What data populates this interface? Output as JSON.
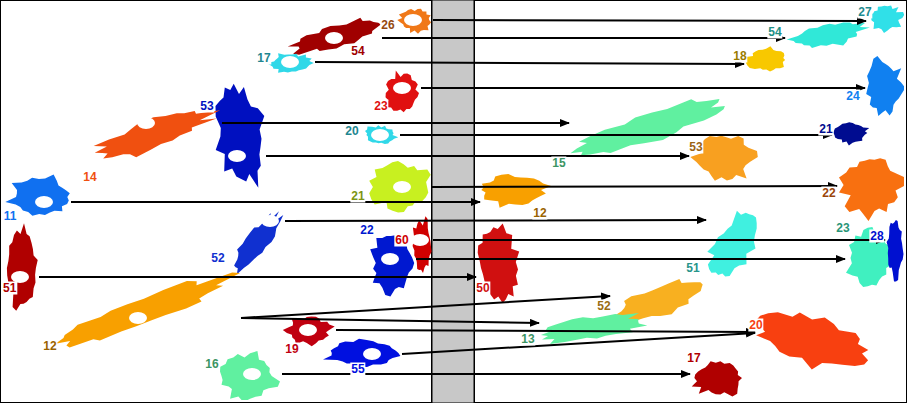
{
  "diagram": {
    "nodes": [
      {
        "text": [
          "26"
        ]
      },
      {
        "text": [
          "54"
        ]
      },
      {
        "text": [
          "17"
        ]
      },
      {
        "text": [
          "23"
        ]
      },
      {
        "text": [
          "53"
        ]
      },
      {
        "text": [
          "14"
        ]
      },
      {
        "text": [
          "20"
        ]
      },
      {
        "text": [
          "21"
        ]
      },
      {
        "text": [
          "11"
        ]
      },
      {
        "text": [
          "52"
        ]
      },
      {
        "text": [
          "22"
        ]
      },
      {
        "text": [
          "60"
        ]
      },
      {
        "text": [
          "51"
        ]
      },
      {
        "text": [
          "12"
        ]
      },
      {
        "text": [
          "19"
        ]
      },
      {
        "text": [
          "16"
        ]
      },
      {
        "text": [
          "55"
        ]
      },
      {
        "text": [
          "27"
        ]
      },
      {
        "text": [
          "54"
        ]
      },
      {
        "text": [
          "18"
        ]
      },
      {
        "text": [
          "24"
        ]
      },
      {
        "text": [
          "15"
        ]
      },
      {
        "text": [
          "21"
        ]
      },
      {
        "text": [
          "53"
        ]
      },
      {
        "text": [
          "22"
        ]
      },
      {
        "text": [
          "12"
        ]
      },
      {
        "text": [
          "23"
        ]
      },
      {
        "text": [
          "28"
        ]
      },
      {
        "text": [
          "51"
        ]
      },
      {
        "text": [
          "50"
        ]
      },
      {
        "text": [
          "52"
        ]
      },
      {
        "text": [
          "13"
        ]
      },
      {
        "text": [
          "20"
        ]
      },
      {
        "text": [
          "17"
        ]
      }
    ],
    "edges": [
      {
        "from": 0,
        "to": 17,
        "arrow": "to"
      },
      {
        "from": 1,
        "to": 18,
        "arrow": "to"
      },
      {
        "from": 2,
        "to": 19,
        "arrow": "to"
      },
      {
        "from": 3,
        "to": 20,
        "arrow": "to"
      },
      {
        "from": 5,
        "to": 21,
        "arrow": "to"
      },
      {
        "from": 6,
        "to": 22,
        "arrow": "to"
      },
      {
        "from": 4,
        "to": 23,
        "arrow": "to"
      },
      {
        "from": 7,
        "to": 24,
        "arrow": "to"
      },
      {
        "from": 8,
        "to": 25,
        "arrow": "to"
      },
      {
        "from": 9,
        "to": 28,
        "arrow": "to"
      },
      {
        "from": 11,
        "to": 27,
        "arrow": "to"
      },
      {
        "from": 10,
        "to": 26,
        "arrow": "to"
      },
      {
        "from": 12,
        "to": 29,
        "arrow": "to"
      },
      {
        "from": 13,
        "to": 30,
        "arrow": "to"
      },
      {
        "from": 13,
        "to": 31,
        "arrow": "to"
      },
      {
        "from": 14,
        "to": 32,
        "arrow": "to"
      },
      {
        "from": 16,
        "to": 32,
        "arrow": "to"
      },
      {
        "from": 15,
        "to": 33,
        "arrow": "to"
      }
    ]
  }
}
